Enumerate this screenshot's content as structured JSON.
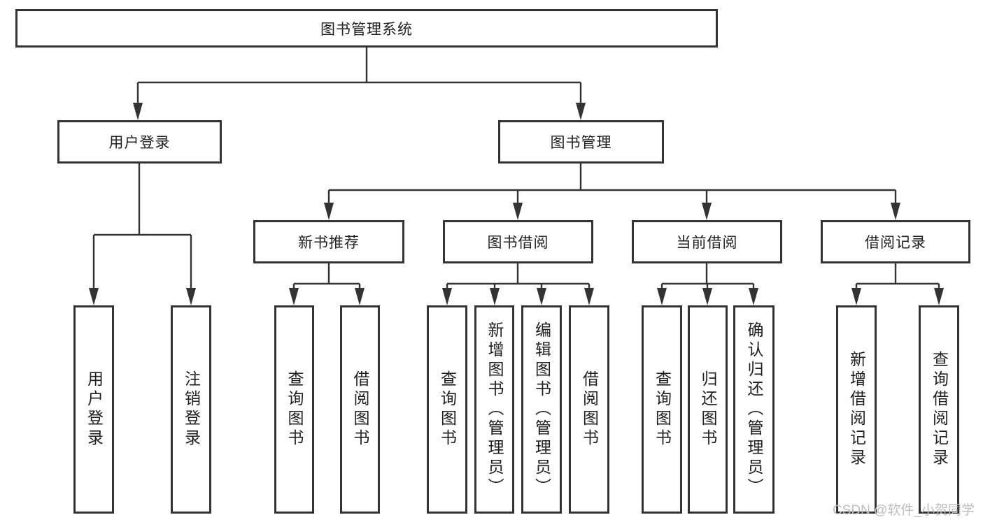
{
  "diagram_title": "图书管理系统",
  "watermark": "CSDN @软件_小贺同学",
  "colors": {
    "line": "#333333",
    "box_border": "#333333",
    "box_background": "#ffffff",
    "text": "#1f1f1f",
    "watermark": "#bdbdbd"
  },
  "nodes": {
    "root": {
      "label": "图书管理系统"
    },
    "user_login": {
      "label": "用户登录"
    },
    "book_mgmt": {
      "label": "图书管理"
    },
    "new_book_rec": {
      "label": "新书推荐"
    },
    "book_borrow": {
      "label": "图书借阅"
    },
    "current_borrow": {
      "label": "当前借阅"
    },
    "borrow_record": {
      "label": "借阅记录"
    },
    "leaf_user_login": {
      "label": "用户登录"
    },
    "leaf_logout": {
      "label": "注销登录"
    },
    "leaf_query_book_1": {
      "label": "查询图书"
    },
    "leaf_borrow_book_1": {
      "label": "借阅图书"
    },
    "leaf_query_book_2": {
      "label": "查询图书"
    },
    "leaf_add_book": {
      "label": "新增图书（管理员）"
    },
    "leaf_edit_book": {
      "label": "编辑图书（管理员）"
    },
    "leaf_borrow_book_2": {
      "label": "借阅图书"
    },
    "leaf_query_book_3": {
      "label": "查询图书"
    },
    "leaf_return_book": {
      "label": "归还图书"
    },
    "leaf_confirm_return": {
      "label": "确认归还（管理员）"
    },
    "leaf_add_borrow_record": {
      "label": "新增借阅记录"
    },
    "leaf_query_borrow_record": {
      "label": "查询借阅记录"
    }
  },
  "hierarchy": {
    "图书管理系统": {
      "用户登录": [
        "用户登录",
        "注销登录"
      ],
      "图书管理": {
        "新书推荐": [
          "查询图书",
          "借阅图书"
        ],
        "图书借阅": [
          "查询图书",
          "新增图书（管理员）",
          "编辑图书（管理员）",
          "借阅图书"
        ],
        "当前借阅": [
          "查询图书",
          "归还图书",
          "确认归还（管理员）"
        ],
        "借阅记录": [
          "新增借阅记录",
          "查询借阅记录"
        ]
      }
    }
  }
}
